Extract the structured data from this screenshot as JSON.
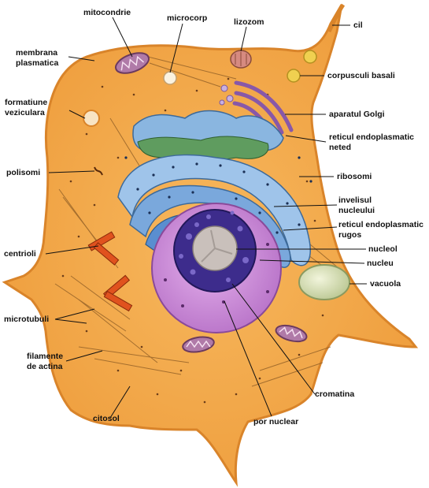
{
  "labels": {
    "mitocondrie": "mitocondrie",
    "microcorp": "microcorp",
    "lizozom": "lizozom",
    "cil": "cil",
    "membrana_1": "membrana",
    "membrana_2": "plasmatica",
    "corpusculi": "corpusculi basali",
    "formatiune_1": "formatiune",
    "formatiune_2": "veziculara",
    "golgi": "aparatul Golgi",
    "ren_1": "reticul endoplasmatic",
    "ren_2": "neted",
    "polisomi": "polisomi",
    "ribosomi": "ribosomi",
    "invelisul_1": "invelisul",
    "invelisul_2": "nucleului",
    "rer_1": "reticul endoplasmatic",
    "rer_2": "rugos",
    "nucleol": "nucleol",
    "centrioli": "centrioli",
    "nucleu": "nucleu",
    "vacuola": "vacuola",
    "microtubuli": "microtubuli",
    "filamente_1": "filamente",
    "filamente_2": "de actina",
    "cromatina": "cromatina",
    "citosol": "citosol",
    "por_nuclear": "por nuclear"
  },
  "colors": {
    "cytoplasm": "#f4a948",
    "membrane": "#d9842a",
    "er_rough": "#8fb8e6",
    "er_smooth": "#5a9a5a",
    "nuclear_envelope": "#c98ad6",
    "nucleus_inner": "#3d2c8c",
    "nucleolus": "#c9c0bb",
    "golgi": "#a07ac0",
    "vacuole": "#d8e0b0",
    "centriole": "#e0521e",
    "leader": "#111111"
  }
}
